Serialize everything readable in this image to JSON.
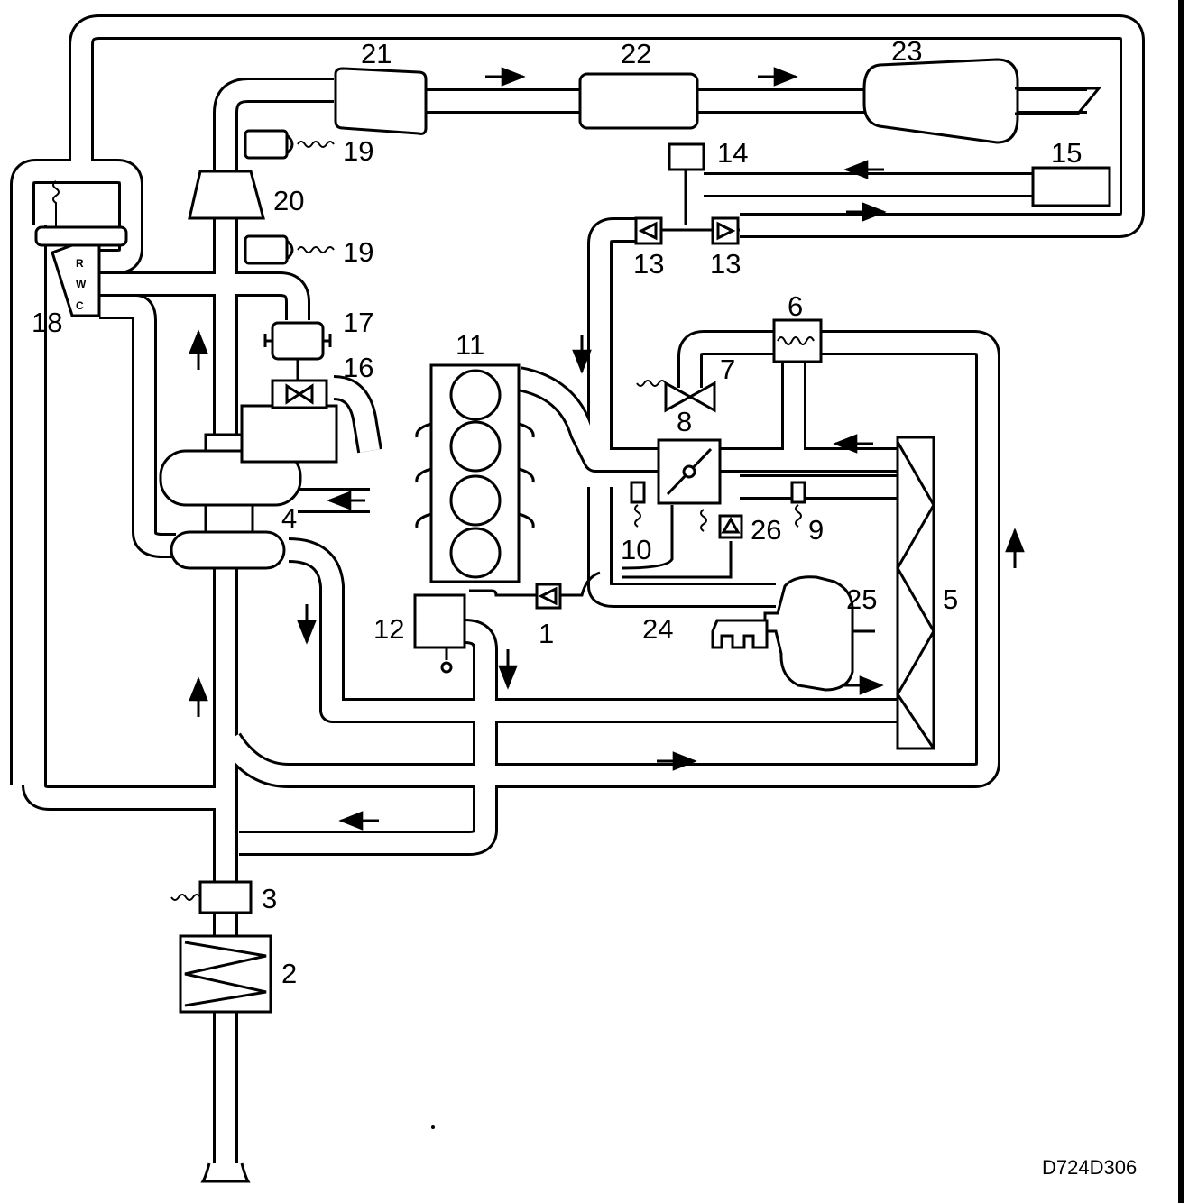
{
  "callouts": {
    "c1": "1",
    "c2": "2",
    "c3": "3",
    "c4": "4",
    "c5": "5",
    "c6": "6",
    "c7": "7",
    "c8": "8",
    "c9": "9",
    "c10": "10",
    "c11": "11",
    "c12": "12",
    "c13a": "13",
    "c13b": "13",
    "c14": "14",
    "c15": "15",
    "c16": "16",
    "c17": "17",
    "c18": "18",
    "c19a": "19",
    "c19b": "19",
    "c20": "20",
    "c21": "21",
    "c22": "22",
    "c23": "23",
    "c24": "24",
    "c25": "25",
    "c26": "26"
  },
  "sensor_pins": {
    "r": "R",
    "w": "W",
    "c": "C"
  },
  "reference_code": "D724D306"
}
